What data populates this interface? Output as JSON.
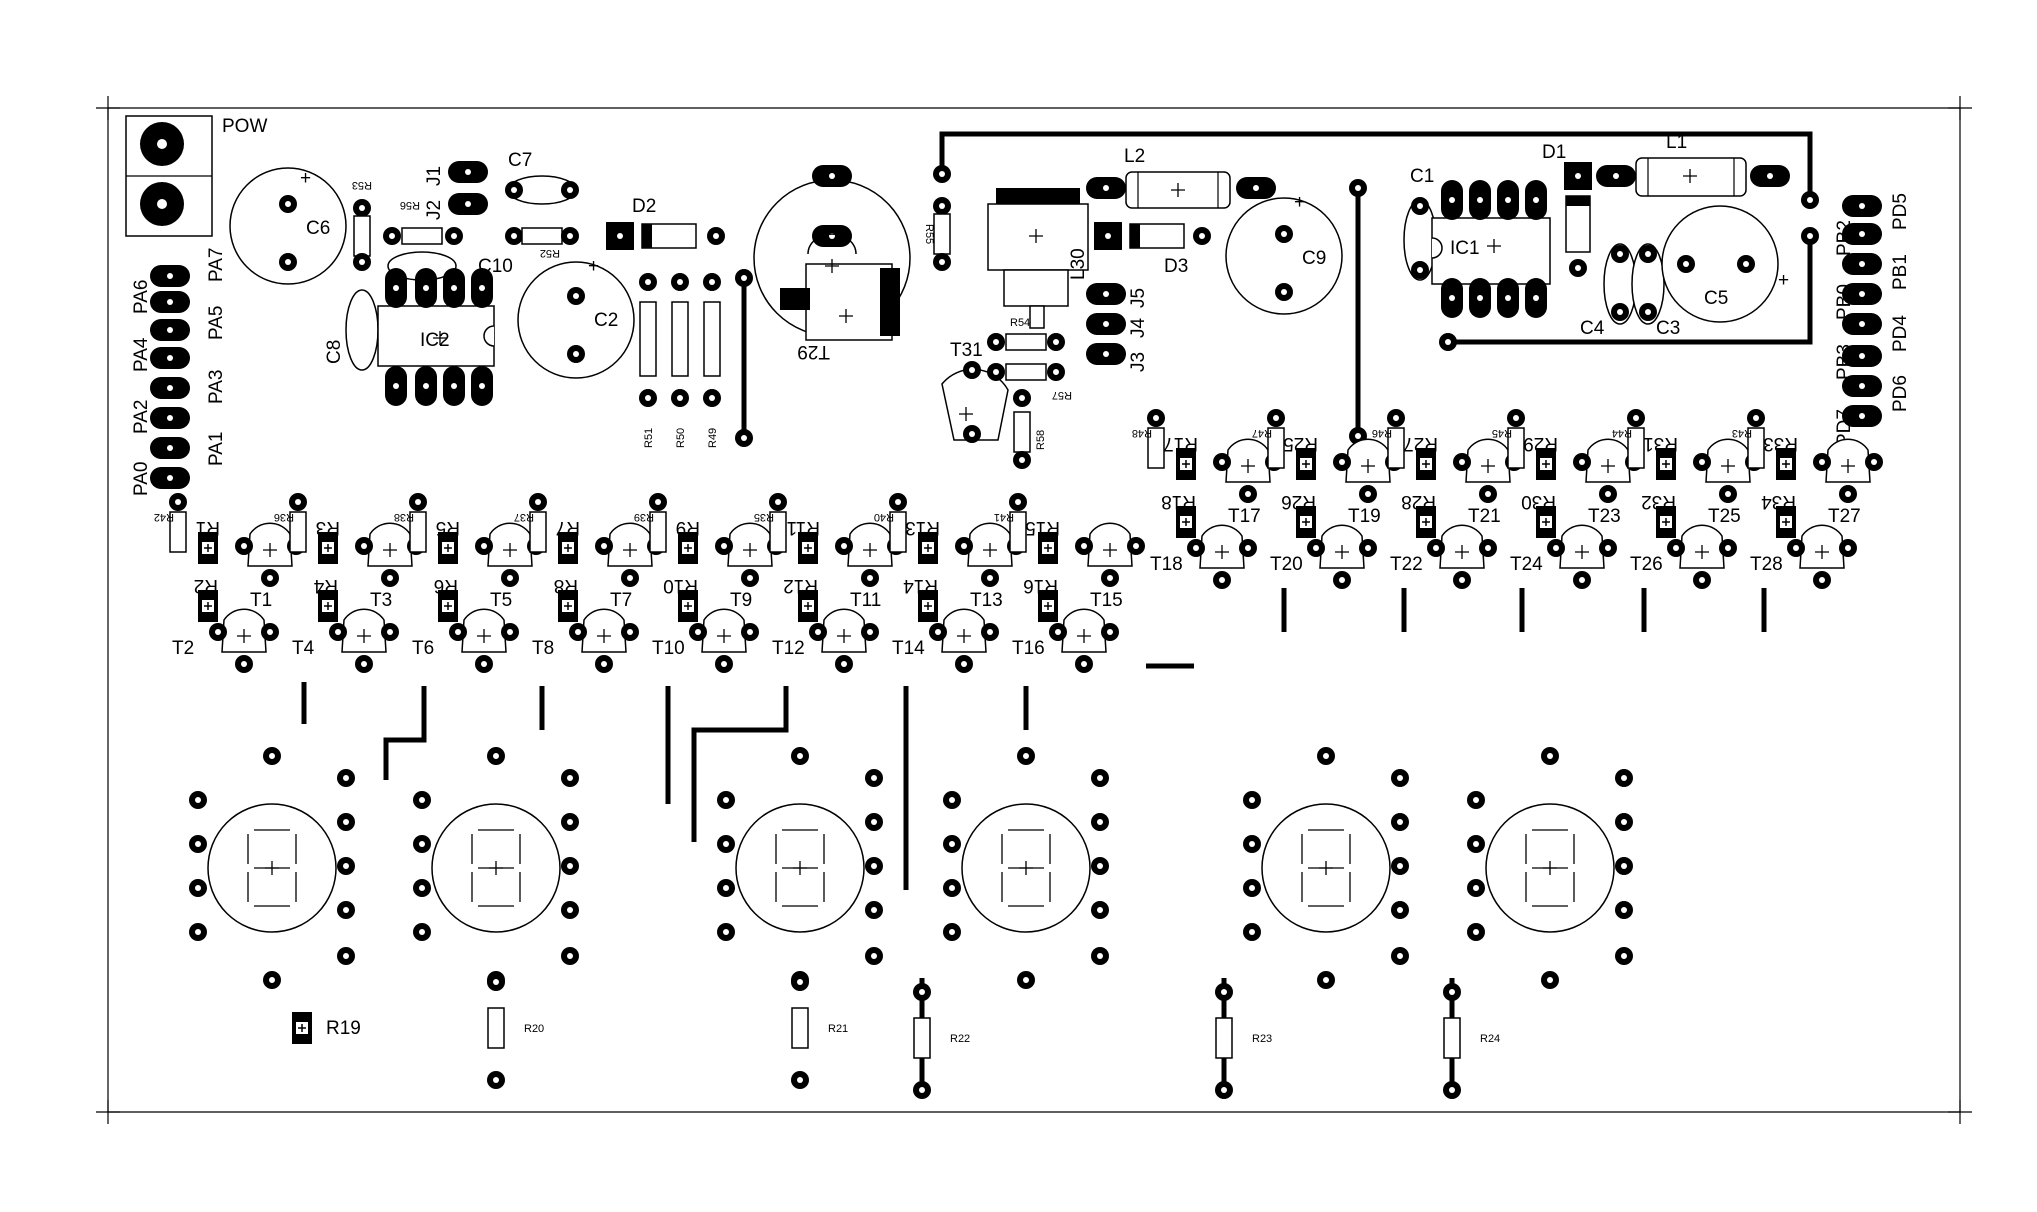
{
  "connector": {
    "label": "POW"
  },
  "port_a": [
    "PA7",
    "PA6",
    "PA5",
    "PA4",
    "PA3",
    "PA2",
    "PA1",
    "PA0"
  ],
  "port_bd": [
    "PD5",
    "PB2",
    "PB1",
    "PB0",
    "PD4",
    "PB3",
    "PD6",
    "PD7"
  ],
  "top_parts": {
    "C6": "C6",
    "J1": "J1",
    "J2": "J2",
    "C7": "C7",
    "C10": "C10",
    "C8": "C8",
    "IC2": "IC2",
    "D2": "D2",
    "C2": "C2",
    "R51": "R51",
    "R50": "R50",
    "R49": "R49",
    "R53": "R53",
    "R56": "R56",
    "R52": "R52",
    "T29": "T29",
    "R55": "R55",
    "L30": "L30",
    "T31": "T31",
    "R54": "R54",
    "R57": "R57",
    "R58": "R58",
    "J5": "J5",
    "J4": "J4",
    "J3": "J3",
    "L2": "L2",
    "D3": "D3",
    "C9": "C9",
    "C1": "C1",
    "IC1": "IC1",
    "D1": "D1",
    "L1": "L1",
    "C4": "C4",
    "C3": "C3",
    "C5": "C5"
  },
  "left_row": {
    "r_top": [
      "R1",
      "R3",
      "R5",
      "R7",
      "R9",
      "R11",
      "R13",
      "R15"
    ],
    "r_mid": [
      "R2",
      "R4",
      "R6",
      "R8",
      "R10",
      "R12",
      "R14",
      "R16"
    ],
    "t_odd": [
      "T1",
      "T3",
      "T5",
      "T7",
      "T9",
      "T11",
      "T13",
      "T15"
    ],
    "t_even": [
      "T2",
      "T4",
      "T6",
      "T8",
      "T10",
      "T12",
      "T14",
      "T16"
    ],
    "r_base": [
      "R42",
      "R36",
      "R38",
      "R37",
      "R39",
      "R35",
      "R40",
      "R41"
    ]
  },
  "right_row": {
    "r_top": [
      "R17",
      "R25",
      "R27",
      "R29",
      "R31",
      "R33"
    ],
    "r_mid": [
      "R18",
      "R26",
      "R28",
      "R30",
      "R32",
      "R34"
    ],
    "t_odd": [
      "T17",
      "T19",
      "T21",
      "T23",
      "T25",
      "T27"
    ],
    "t_even": [
      "T18",
      "T20",
      "T22",
      "T24",
      "T26",
      "T28"
    ],
    "r_base": [
      "R48",
      "R47",
      "R46",
      "R45",
      "R44",
      "R43"
    ]
  },
  "bottom_resistors": [
    "R19",
    "R20",
    "R21",
    "R22",
    "R23",
    "R24"
  ]
}
